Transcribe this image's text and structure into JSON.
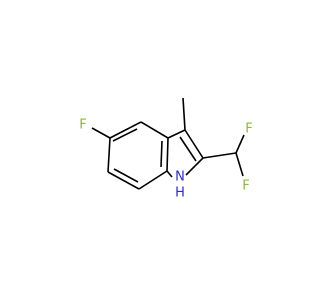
{
  "molecule": {
    "atoms": [
      {
        "id": "F_ring",
        "label": "F"
      },
      {
        "id": "F_top",
        "label": "F"
      },
      {
        "id": "F_bottom",
        "label": "F"
      },
      {
        "id": "NH_N",
        "label": "N"
      },
      {
        "id": "NH_H",
        "label": "H"
      }
    ]
  },
  "colors": {
    "fluorine": "#8db83a",
    "nitrogen": "#2a2ad6",
    "bond": "#000000"
  }
}
